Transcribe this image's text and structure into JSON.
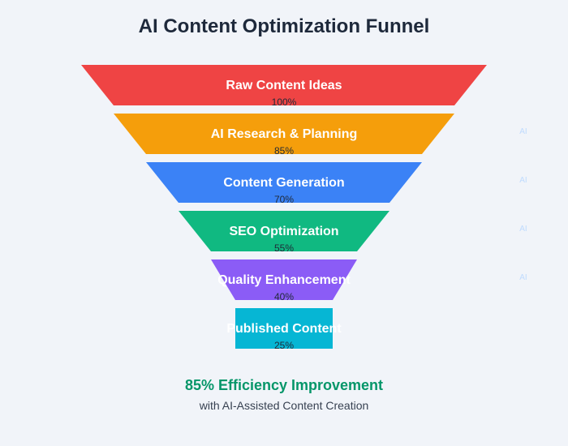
{
  "title": "AI Content Optimization Funnel",
  "stages": [
    {
      "label": "Raw Content Ideas",
      "percent": "100%",
      "value": 100,
      "color": "#ef4444"
    },
    {
      "label": "AI Research & Planning",
      "percent": "85%",
      "value": 85,
      "color": "#f59e0b"
    },
    {
      "label": "Content Generation",
      "percent": "70%",
      "value": 70,
      "color": "#3b82f6"
    },
    {
      "label": "SEO Optimization",
      "percent": "55%",
      "value": 55,
      "color": "#10b981"
    },
    {
      "label": "Quality Enhancement",
      "percent": "40%",
      "value": 40,
      "color": "#8b5cf6"
    },
    {
      "label": "Published Content",
      "percent": "25%",
      "value": 25,
      "color": "#06b6d4"
    }
  ],
  "ai_markers": [
    "AI",
    "AI",
    "AI",
    "AI"
  ],
  "footer": {
    "headline": "85% Efficiency Improvement",
    "subtext": "with AI-Assisted Content Creation"
  }
}
